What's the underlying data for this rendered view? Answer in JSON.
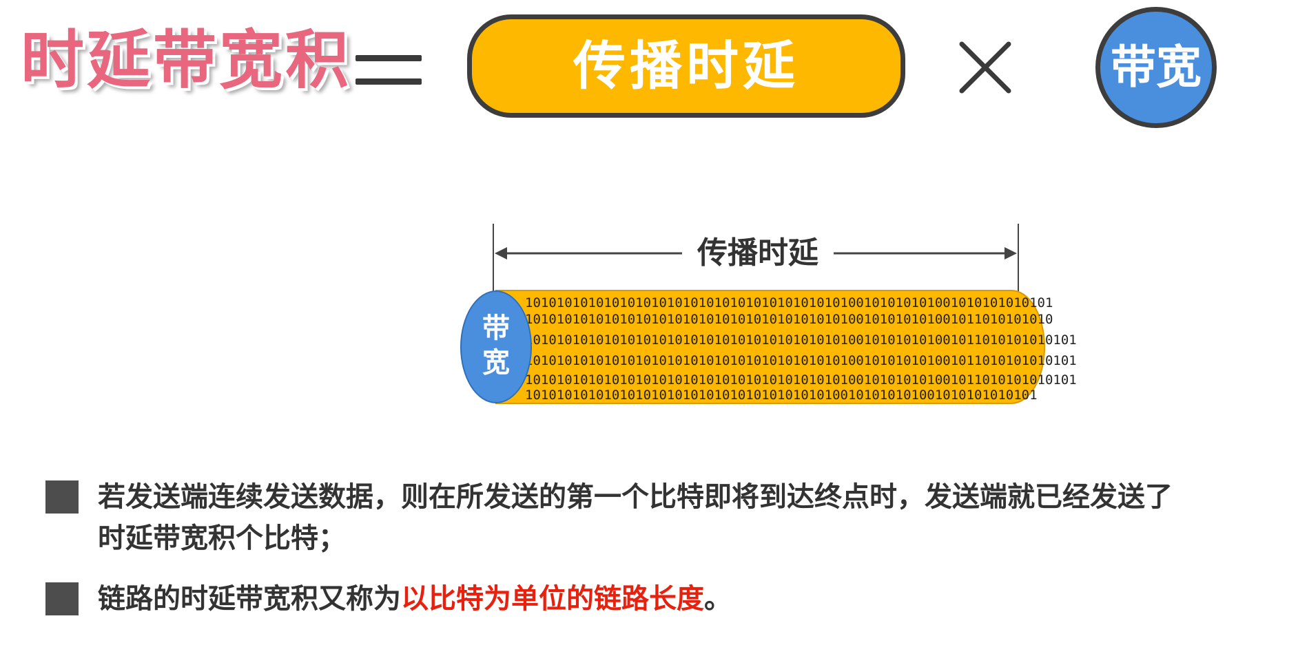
{
  "formula": {
    "title": "时延带宽积",
    "equals_symbol": "=",
    "term1": "传播时延",
    "times_symbol": "×",
    "term2": "带宽"
  },
  "diagram": {
    "dimension_label": "传播时延",
    "bandwidth_label_line1": "带",
    "bandwidth_label_line2": "宽",
    "binary_rows": [
      "1010101010101010101010101010101010101010100101010101001010101010101",
      "1010101010101010101010101010101010101010100101010101001011010101010",
      "1010101010101010101010101010101010101010100101010101001011010101010101",
      "1010101010101010101010101010101010101010100101010101001011010101010101",
      "1010101010101010101010101010101010101010100101010101001011010101010101",
      "10101010101010101010101010101010101010100101010101001010101010101"
    ]
  },
  "bullets": [
    {
      "line1": "若发送端连续发送数据，则在所发送的第一个比特即将到达终点时，发送端就已经发送了",
      "line2": "时延带宽积个比特；"
    },
    {
      "prefix": "链路的时延带宽积又称为",
      "highlight": "以比特为单位的链路长度",
      "suffix": "。"
    }
  ],
  "colors": {
    "title": "#e8667e",
    "pill_fill": "#ffb800",
    "circle_fill": "#4a8fde",
    "outline": "#3d3d3d",
    "highlight": "#e8210f"
  }
}
